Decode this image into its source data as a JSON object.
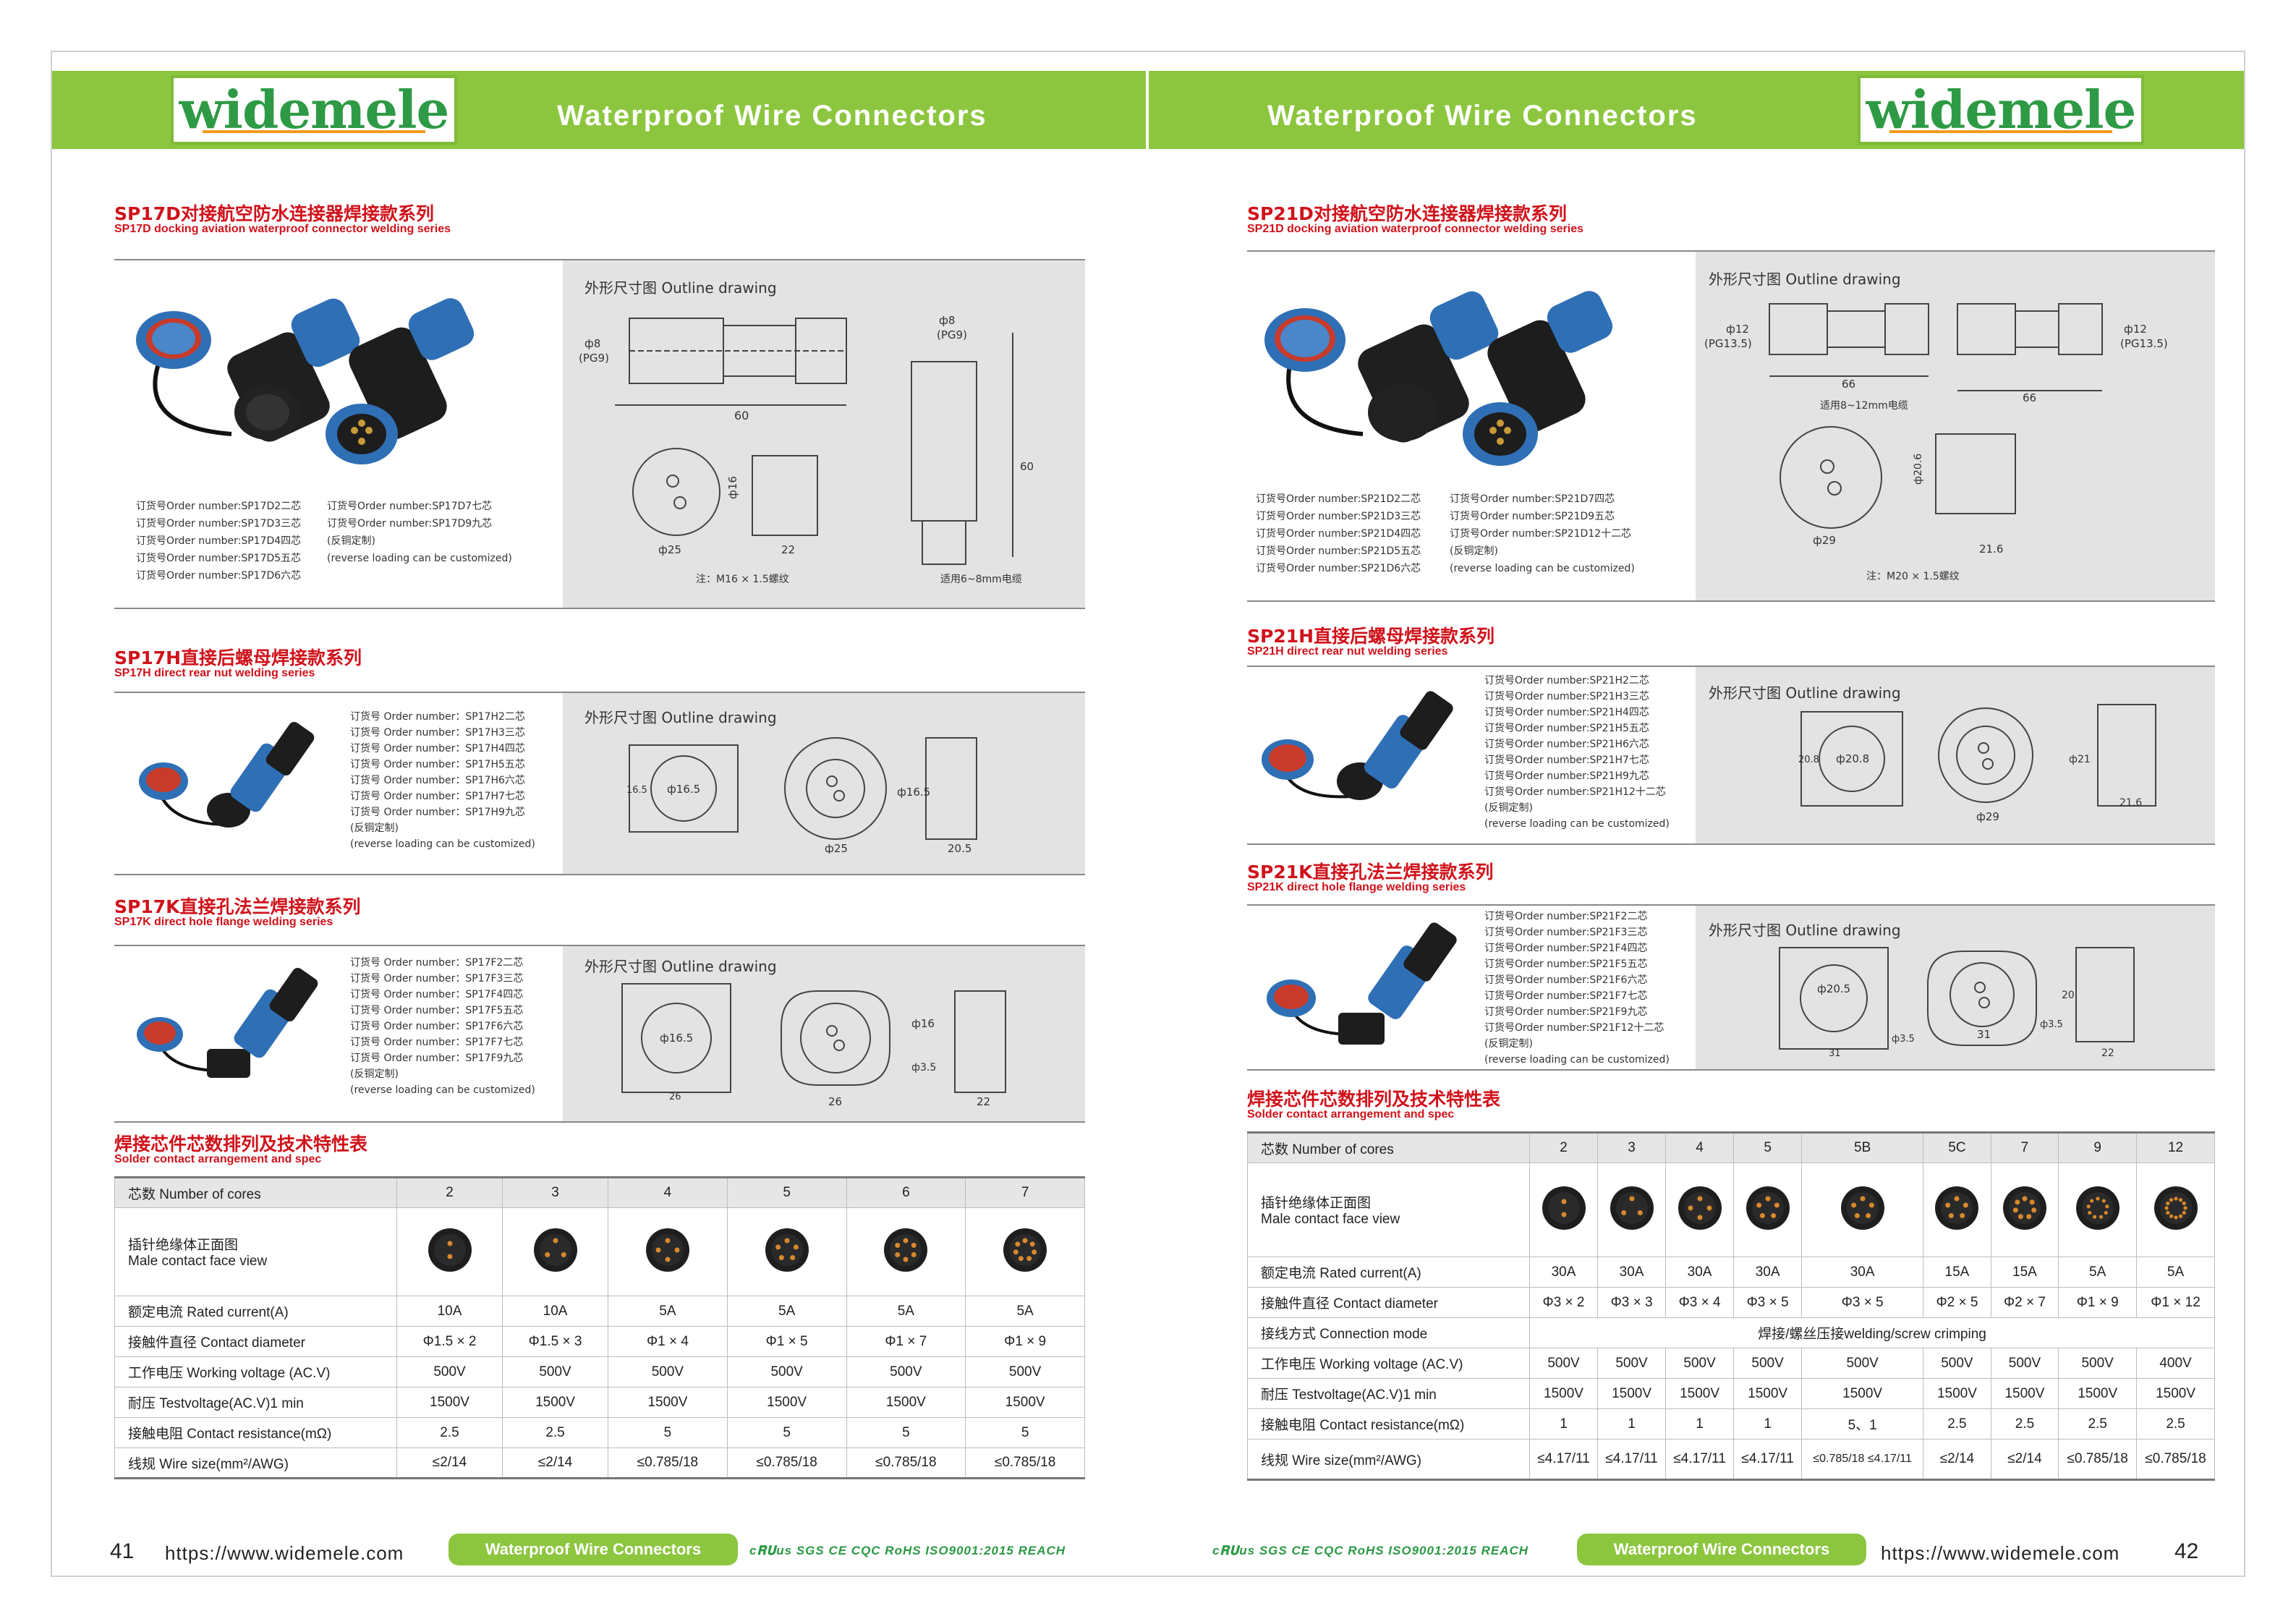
{
  "brand": "widemele",
  "header_title": "Waterproof Wire Connectors",
  "outline_label": "外形尺寸图 Outline drawing",
  "left": {
    "sp17d": {
      "title_cn": "SP17D对接航空防水连接器焊接款系列",
      "title_en": "SP17D docking aviation waterproof connector welding series",
      "orders_col1": [
        "订货号Order number:SP17D2二芯",
        "订货号Order number:SP17D3三芯",
        "订货号Order number:SP17D4四芯",
        "订货号Order number:SP17D5五芯",
        "订货号Order number:SP17D6六芯"
      ],
      "orders_col2": [
        "订货号Order number:SP17D7七芯",
        "订货号Order number:SP17D9九芯",
        "(反铜定制)",
        "(reverse loading can be customized)"
      ],
      "dims": {
        "d1": "ф8",
        "d1b": "(PG9)",
        "len": "60",
        "d2": "ф8",
        "d2b": "(PG9)",
        "h": "60",
        "c1": "ф16",
        "c2": "ф25",
        "c3": "22"
      },
      "note1": "注：M16 × 1.5螺纹",
      "note2": "适用6~8mm电缆"
    },
    "sp17h": {
      "title_cn": "SP17H直接后螺母焊接款系列",
      "title_en": "SP17H direct rear nut welding series",
      "orders": [
        "订货号 Order number：SP17H2二芯",
        "订货号 Order number：SP17H3三芯",
        "订货号 Order number：SP17H4四芯",
        "订货号 Order number：SP17H5五芯",
        "订货号 Order number：SP17H6六芯",
        "订货号 Order number：SP17H7七芯",
        "订货号 Order number：SP17H9九芯",
        "(反铜定制)",
        "(reverse loading can be customized)"
      ],
      "dims": {
        "a": "ф16.5",
        "b": "16.5",
        "c": "ф25",
        "d": "ф16.5",
        "e": "20.5"
      }
    },
    "sp17k": {
      "title_cn": "SP17K直接孔法兰焊接款系列",
      "title_en": "SP17K direct hole flange welding series",
      "orders": [
        "订货号 Order number：SP17F2二芯",
        "订货号 Order number：SP17F3三芯",
        "订货号 Order number：SP17F4四芯",
        "订货号 Order number：SP17F5五芯",
        "订货号 Order number：SP17F6六芯",
        "订货号 Order number：SP17F7七芯",
        "订货号 Order number：SP17F9九芯",
        "(反铜定制)",
        "(reverse loading can be customized)"
      ],
      "dims": {
        "a": "ф16.5",
        "b": "26",
        "c": "26",
        "d": "ф16",
        "e": "ф3.5",
        "f": "22"
      }
    },
    "spec": {
      "title_cn": "焊接芯件芯数排列及技术特性表",
      "title_en": "Solder contact arrangement and spec",
      "labels": {
        "cores": "芯数 Number of cores",
        "view_cn": "插针绝缘体正面图",
        "view_en": "Male contact face view",
        "current": "额定电流 Rated current(A)",
        "diameter": "接触件直径  Contact diameter",
        "voltage": "工作电压 Working voltage (AC.V)",
        "test": "耐压 Testvoltage(AC.V)1 min",
        "resistance": "接触电阻 Contact resistance(mΩ)",
        "wire": "线规 Wire size(mm²/AWG)"
      },
      "cores": [
        "2",
        "3",
        "4",
        "5",
        "6",
        "7"
      ],
      "pins": [
        2,
        3,
        4,
        5,
        6,
        7
      ],
      "current": [
        "10A",
        "10A",
        "5A",
        "5A",
        "5A",
        "5A"
      ],
      "diameter": [
        "Φ1.5 × 2",
        "Φ1.5 × 3",
        "Φ1 × 4",
        "Φ1 × 5",
        "Φ1 × 7",
        "Φ1 × 9"
      ],
      "voltage": [
        "500V",
        "500V",
        "500V",
        "500V",
        "500V",
        "500V"
      ],
      "test": [
        "1500V",
        "1500V",
        "1500V",
        "1500V",
        "1500V",
        "1500V"
      ],
      "resistance": [
        "2.5",
        "2.5",
        "5",
        "5",
        "5",
        "5"
      ],
      "wire": [
        "≤2/14",
        "≤2/14",
        "≤0.785/18",
        "≤0.785/18",
        "≤0.785/18",
        "≤0.785/18"
      ]
    },
    "page_number": "41"
  },
  "right": {
    "sp21d": {
      "title_cn": "SP21D对接航空防水连接器焊接款系列",
      "title_en": "SP21D docking aviation waterproof connector welding series",
      "orders_col1": [
        "订货号Order number:SP21D2二芯",
        "订货号Order number:SP21D3三芯",
        "订货号Order number:SP21D4四芯",
        "订货号Order number:SP21D5五芯",
        "订货号Order number:SP21D6六芯"
      ],
      "orders_col2": [
        "订货号Order number:SP21D7四芯",
        "订货号Order number:SP21D9五芯",
        "订货号Order number:SP21D12十二芯",
        "(反铜定制)",
        "(reverse loading can be customized)"
      ],
      "dims": {
        "a": "ф12",
        "ab": "(PG13.5)",
        "b": "66",
        "c": "66",
        "d": "ф12",
        "db": "(PG13.5)",
        "e": "ф20.6",
        "f": "ф29",
        "g": "21.6"
      },
      "cable": "适用8~12mm电缆",
      "note": "注：M20 × 1.5螺纹"
    },
    "sp21h": {
      "title_cn": "SP21H直接后螺母焊接款系列",
      "title_en": "SP21H direct rear nut welding series",
      "orders": [
        "订货号Order number:SP21H2二芯",
        "订货号Order number:SP21H3三芯",
        "订货号Order number:SP21H4四芯",
        "订货号Order number:SP21H5五芯",
        "订货号Order number:SP21H6六芯",
        "订货号Order number:SP21H7七芯",
        "订货号Order number:SP21H9九芯",
        "订货号Order number:SP21H12十二芯",
        "(反铜定制)",
        "(reverse loading can be customized)"
      ],
      "dims": {
        "a": "ф20.8",
        "b": "20.8",
        "c": "ф29",
        "d": "ф21",
        "e": "21.6"
      }
    },
    "sp21k": {
      "title_cn": "SP21K直接孔法兰焊接款系列",
      "title_en": "SP21K direct hole flange welding series",
      "orders": [
        "订货号Order number:SP21F2二芯",
        "订货号Order number:SP21F3三芯",
        "订货号Order number:SP21F4四芯",
        "订货号Order number:SP21F5五芯",
        "订货号Order number:SP21F6六芯",
        "订货号Order number:SP21F7七芯",
        "订货号Order number:SP21F9九芯",
        "订货号Order number:SP21F12十二芯",
        "(反铜定制)",
        "(reverse loading can be customized)"
      ],
      "dims": {
        "a": "ф20.5",
        "b": "31",
        "c": "ф3.5",
        "d": "31",
        "e": "ф3.5",
        "f": "20",
        "g": "22"
      }
    },
    "spec": {
      "title_cn": "焊接芯件芯数排列及技术特性表",
      "title_en": "Solder contact arrangement and spec",
      "labels": {
        "cores": "芯数 Number of cores",
        "view_cn": "插针绝缘体正面图",
        "view_en": "Male contact face view",
        "current": "额定电流 Rated current(A)",
        "diameter": "接触件直径  Contact diameter",
        "mode": "接线方式 Connection mode",
        "voltage": "工作电压 Working voltage (AC.V)",
        "test": "耐压 Testvoltage(AC.V)1 min",
        "resistance": "接触电阻 Contact resistance(mΩ)",
        "wire": "线规 Wire size(mm²/AWG)"
      },
      "cores": [
        "2",
        "3",
        "4",
        "5",
        "5B",
        "5C",
        "7",
        "9",
        "12"
      ],
      "pins": [
        2,
        3,
        4,
        5,
        5,
        5,
        7,
        9,
        12
      ],
      "current": [
        "30A",
        "30A",
        "30A",
        "30A",
        "30A",
        "15A",
        "15A",
        "5A",
        "5A"
      ],
      "diameter": [
        "Φ3 × 2",
        "Φ3 × 3",
        "Φ3 × 4",
        "Φ3 × 5",
        "Φ3 × 5",
        "Φ2 × 5",
        "Φ2 × 7",
        "Φ1 × 9",
        "Φ1 × 12"
      ],
      "mode": "焊接/螺丝压接welding/screw crimping",
      "voltage": [
        "500V",
        "500V",
        "500V",
        "500V",
        "500V",
        "500V",
        "500V",
        "500V",
        "400V"
      ],
      "test": [
        "1500V",
        "1500V",
        "1500V",
        "1500V",
        "1500V",
        "1500V",
        "1500V",
        "1500V",
        "1500V"
      ],
      "resistance": [
        "1",
        "1",
        "1",
        "1",
        "5、1",
        "2.5",
        "2.5",
        "2.5",
        "2.5"
      ],
      "wire": [
        "≤4.17/11",
        "≤4.17/11",
        "≤4.17/11",
        "≤4.17/11",
        "≤0.785/18 ≤4.17/11",
        "≤2/14",
        "≤2/14",
        "≤0.785/18",
        "≤0.785/18"
      ]
    },
    "page_number": "42"
  },
  "footer": {
    "url": "https://www.widemele.com",
    "pill": "Waterproof Wire Connectors",
    "certs": "c𝐑𝐔us  SGS  CE  CQC  RoHS  ISO9001:2015  REACH"
  },
  "colors": {
    "green": "#8cc63f",
    "red": "#d0121b",
    "blue": "#3b7fc4"
  }
}
